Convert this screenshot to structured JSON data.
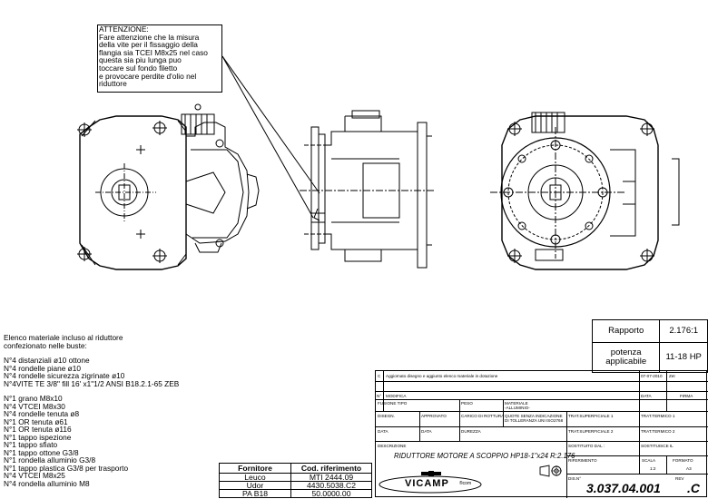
{
  "note": {
    "lines": [
      "ATTENZIONE:",
      "Fare attenzione che la misura",
      "della vite per il fissaggio della",
      "flangia sia TCEI M8x25 nel caso",
      "questa sia piu lunga puo",
      "toccare sul fondo filetto",
      "e provocare perdite d'olio nel",
      "riduttore"
    ]
  },
  "materials": {
    "lines_a": [
      "Elenco materiale incluso al riduttore",
      "confezionato nelle buste:"
    ],
    "lines_b": [
      "N°4 distanziali ø10 ottone",
      "N°4 rondelle piane ø10",
      "N°4 rondelle sicurezza zigrinate ø10",
      "N°4VITE TE 3/8\" fill 16' x1\"1/2  ANSI B18.2.1-65 ZEB"
    ],
    "lines_c": [
      "N°1 grano M8x10",
      "N°4 VTCEI M8x30",
      "N°4 rondelle tenuta ø8",
      "N°1 OR tenuta ø61",
      "N°1 OR tenuta ø116",
      "N°1 tappo ispezione",
      "N°1 tappo sfiato",
      "N°1 tappo ottone G3/8",
      "N°1 rondella alluminio G3/8",
      "N°1 tappo plastica G3/8 per trasporto",
      "N°4 VTCEI M8x25",
      "N°4 rondella alluminio M8"
    ]
  },
  "suppliers": {
    "headers": [
      "Fornitore",
      "Cod. riferimento"
    ],
    "rows": [
      [
        "Leuco",
        "MTI 2444.09"
      ],
      [
        "Udor",
        "4430.5038.C2"
      ],
      [
        "PA B18",
        "50.0000.00"
      ]
    ]
  },
  "ratio_box": {
    "rapporto_label": "Rapporto",
    "rapporto_value": "2.176:1",
    "potenza_line1": "potenza",
    "potenza_line2": "applicabile",
    "potenza_value": "11-18 HP"
  },
  "title_block": {
    "rev_letter": "C",
    "rev_note": "Aggiornato disegno e aggiunto elenco materiale in dotazione",
    "rev_date": "07-07-2010",
    "rev_by": "Zet",
    "rev_col_n": "N°",
    "rev_col_modifica": "MODIFICA",
    "rev_col_data": "DATA",
    "rev_col_firma": "FIRMA",
    "fusione": "FUSIONE TIPO",
    "peso": "PESO",
    "materiale_label": "MATERIALE",
    "materiale_value": "-ALLUMINIO-",
    "disegn": "DISEGN.",
    "approvato": "APPROVATO",
    "carico": "CARICO DI ROTTURA",
    "quote": "QUOTE SENZA INDICAZIONE",
    "tolleranza": "DI TOLLERANZA UNI ISO2768",
    "trat_sup1": "TRAT.SUPERFICIALE 1",
    "trat_term1": "TRAT.TERMICO 1",
    "data1": "DATA",
    "data2": "DATA",
    "durezza": "DUREZZA",
    "trat_sup2": "TRAT.SUPERFICIALE 2",
    "trat_term2": "TRAT.TERMICO 2",
    "descrizione": "DESCRIZIONE",
    "sostituito_dal": "SOSTITUITO DAL :",
    "sostituisce_il": "SOSTITUISCE IL",
    "description": "RIDUTTORE MOTORE A SCOPPIO HP18-1\"x24 R:2.176",
    "riferimento": "RIFERIMENTO",
    "scala_label": "SCALA",
    "scala_value": "1:2",
    "formato_label": "FORMATO",
    "formato_value": "A3",
    "dis_n": "DIS.N°",
    "rev_label": "REV",
    "drawing_number": "3.037.04.001",
    "revision": ".C",
    "logo": "VICAMP",
    "logo_suffix": "®com"
  }
}
